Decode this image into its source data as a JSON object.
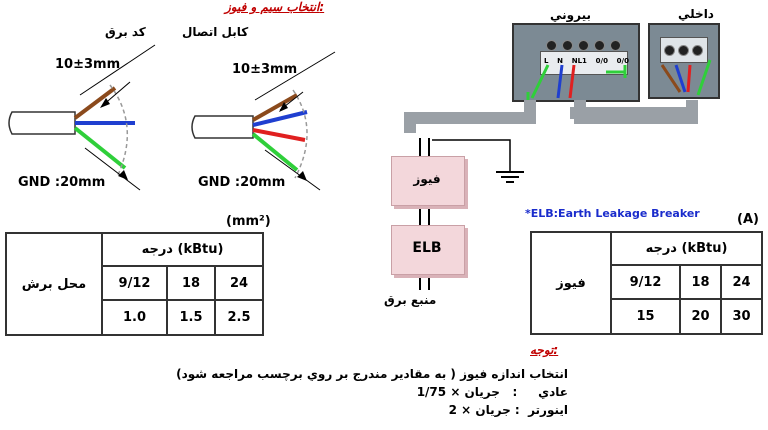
{
  "title": "انتخاب سيم و فيوز:",
  "left_cable": {
    "label": "کد برق",
    "dim_top": "10±3mm",
    "dim_bottom": "GND :20mm",
    "wires": [
      "#8b4a1c",
      "#1f3fd0",
      "#2fcf3a"
    ]
  },
  "right_cable": {
    "label": "کابل اتصال",
    "dim_top": "10±3mm",
    "dim_bottom": "GND :20mm",
    "wires": [
      "#8b4a1c",
      "#1f3fd0",
      "#e02020",
      "#2fcf3a"
    ]
  },
  "units_mm2": "(mm²)",
  "units_a": "(A)",
  "left_table": {
    "row_header": "محل برش",
    "group_header": "درجه (kBtu)",
    "capacities": [
      "9/12",
      "18",
      "24"
    ],
    "values": [
      "1.0",
      "1.5",
      "2.5"
    ]
  },
  "right_table": {
    "row_header": "فيوز",
    "group_header": "درجه (kBtu)",
    "capacities": [
      "9/12",
      "18",
      "24"
    ],
    "values": [
      "15",
      "20",
      "30"
    ]
  },
  "wiring": {
    "outdoor_label": "بيروني",
    "indoor_label": "داخلي",
    "fuse_label": "فيوز",
    "elb_label": "ELB",
    "source_label": "منبع برق",
    "elb_note": "*ELB:Earth Leakage Breaker",
    "outdoor_terminals": [
      "L",
      "N",
      "NL1",
      "0/0",
      "0/0"
    ]
  },
  "note": {
    "heading": "توجه:",
    "line1": "انتخاب اندازه فيوز ( به مقادير مندرج بر روي برچسب مراجعه شود)",
    "line2": "عادي     :   جريان × 1/75",
    "line3": "اينورتر  : جريان × 2"
  }
}
